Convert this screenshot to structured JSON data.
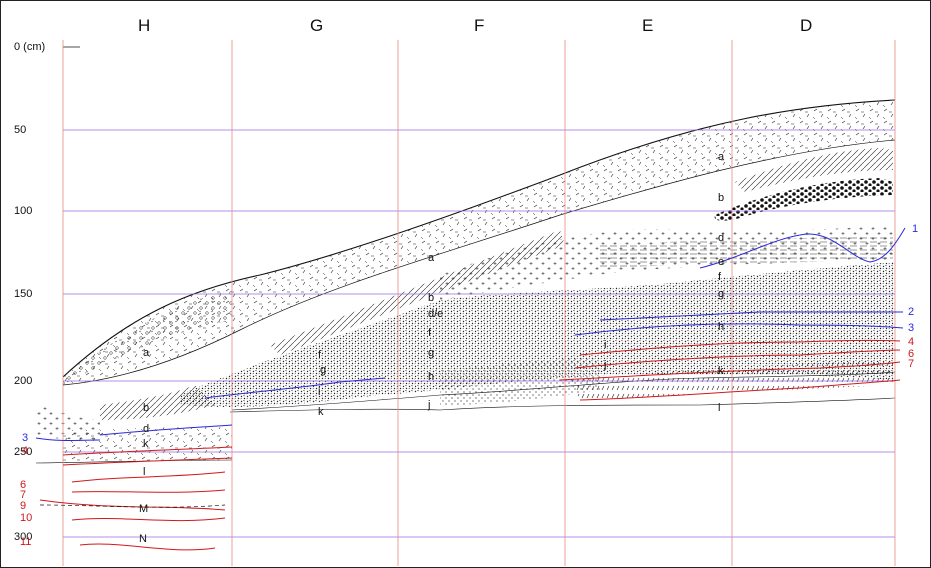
{
  "columns": [
    "H",
    "G",
    "F",
    "E",
    "D"
  ],
  "depth_labels": [
    "0 (cm)",
    "50",
    "100",
    "150",
    "200",
    "250",
    "300"
  ],
  "layer_labels": {
    "D": [
      "a",
      "b",
      "d",
      "e",
      "f",
      "g",
      "h",
      "k",
      "l"
    ],
    "E": [
      "i",
      "j"
    ],
    "F": [
      "a",
      "b",
      "d/e",
      "f",
      "g",
      "h",
      "j"
    ],
    "G": [
      "f",
      "g",
      "i",
      "k"
    ],
    "H": [
      "a",
      "b",
      "d",
      "k",
      "l",
      "M",
      "N"
    ]
  },
  "blue_numbers_right": [
    "1",
    "2",
    "3"
  ],
  "red_numbers_right": [
    "4",
    "6",
    "7"
  ],
  "blue_numbers_left": [
    "3"
  ],
  "red_numbers_left": [
    "4",
    "6",
    "7",
    "9",
    "10",
    "11"
  ],
  "colors": {
    "grid_vertical": "#e68a80",
    "grid_horizontal": "#9a6ae0",
    "blue_line": "#2a2ad8",
    "red_line": "#d0191b"
  }
}
